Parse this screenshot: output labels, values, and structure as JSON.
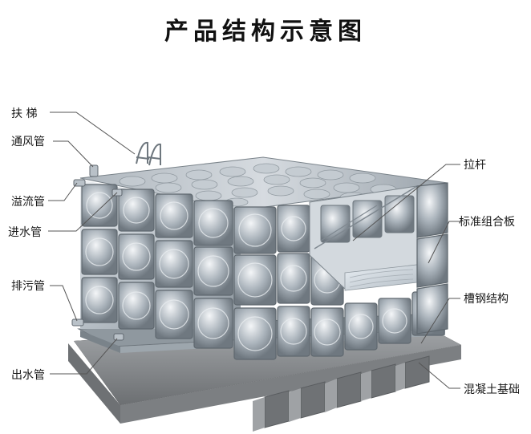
{
  "title": "产品结构示意图",
  "labels": {
    "ladder": "扶 梯",
    "vent_pipe": "通风管",
    "overflow_pipe": "溢流管",
    "inlet_pipe": "进水管",
    "drain_pipe": "排污管",
    "outlet_pipe": "出水管",
    "tie_rod": "拉杆",
    "standard_panel": "标准组合板",
    "channel_steel": "槽钢结构",
    "concrete_foundation": "混凝土基础"
  },
  "colors": {
    "panel_light": "#e6eaee",
    "panel_mid": "#b9c1c8",
    "panel_dark": "#7d8790",
    "concrete": "#8a8d90",
    "leader_line": "#555555"
  }
}
